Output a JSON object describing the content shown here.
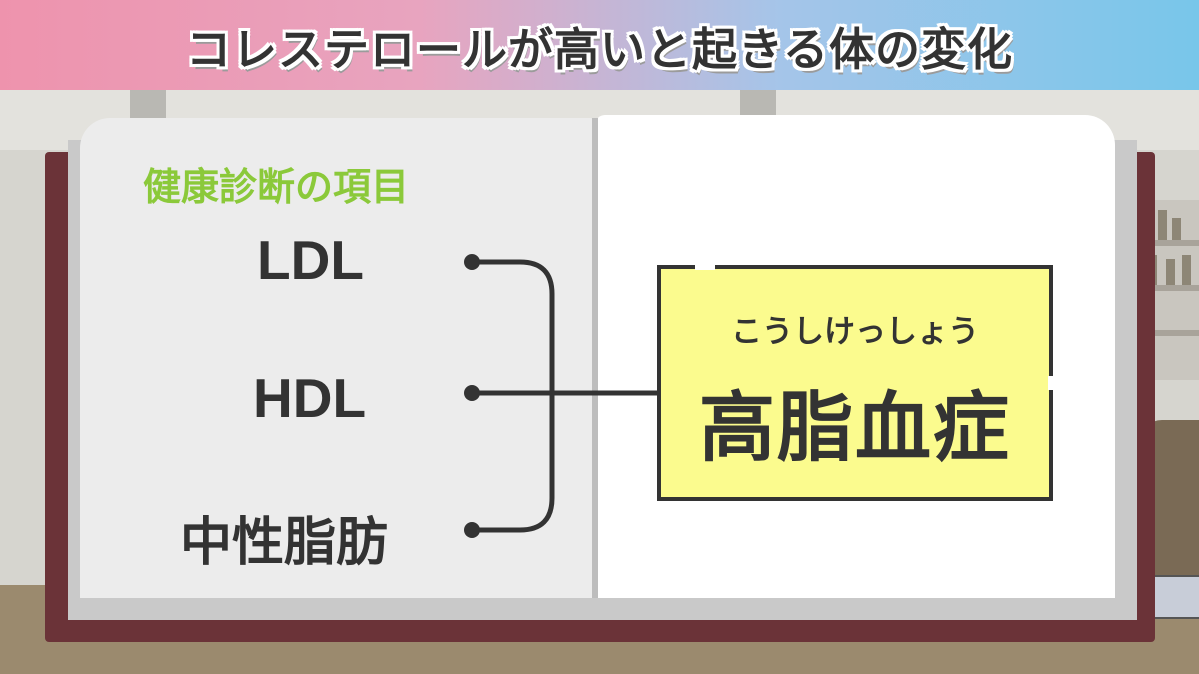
{
  "title": "コレステロールが高いと起きる体の変化",
  "left_page": {
    "heading": "健康診断の項目",
    "items": [
      "LDL",
      "HDL",
      "中性脂肪"
    ]
  },
  "result": {
    "reading": "こうしけっしょう",
    "term": "高脂血症"
  },
  "colors": {
    "heading_green": "#8bc93a",
    "box_yellow": "#fbfb8e",
    "text_dark": "#333333",
    "book_cover": "#6b3338"
  }
}
